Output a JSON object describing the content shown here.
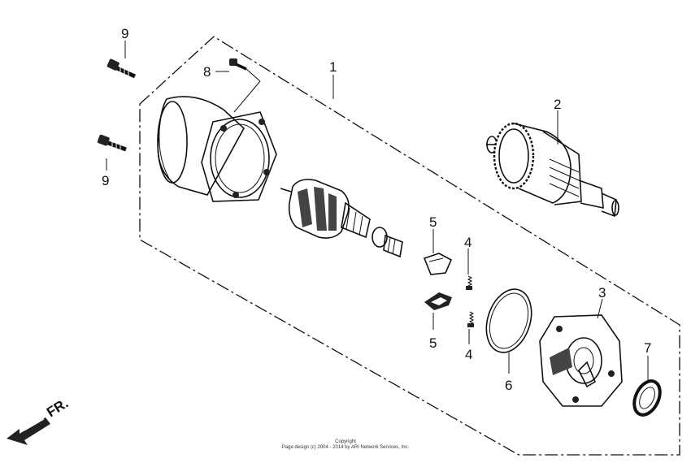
{
  "callouts": {
    "c1": "1",
    "c2": "2",
    "c3": "3",
    "c4a": "4",
    "c4b": "4",
    "c5a": "5",
    "c5b": "5",
    "c6": "6",
    "c7": "7",
    "c8": "8",
    "c9a": "9",
    "c9b": "9"
  },
  "direction_label": "FR.",
  "copyright": {
    "line1": "Copyright",
    "line2": "Page design (c) 2004 - 2014 by ARI Network Services, Inc."
  }
}
